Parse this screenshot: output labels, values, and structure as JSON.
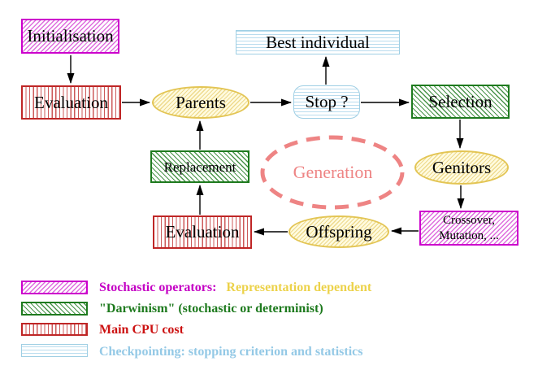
{
  "nodes": {
    "initialisation": {
      "label": "Initialisation"
    },
    "evaluation_top": {
      "label": "Evaluation"
    },
    "parents": {
      "label": "Parents"
    },
    "best_individual": {
      "label": "Best individual"
    },
    "stop": {
      "label": "Stop ?"
    },
    "selection": {
      "label": "Selection"
    },
    "genitors": {
      "label": "Genitors"
    },
    "crossover_mutation": {
      "line1": "Crossover,",
      "line2": "Mutation, ..."
    },
    "offspring": {
      "label": "Offspring"
    },
    "evaluation_bottom": {
      "label": "Evaluation"
    },
    "replacement": {
      "label": "Replacement"
    },
    "generation": {
      "label": "Generation"
    }
  },
  "legend": [
    {
      "text": "Stochastic operators:",
      "text2": "Representation dependent",
      "swatch": "magenta-diagonal-hatch"
    },
    {
      "text": "\"Darwinism\" (stochastic or determinist)",
      "swatch": "green-diagonal-hatch"
    },
    {
      "text": "Main CPU cost",
      "swatch": "red-vertical-stripes"
    },
    {
      "text": "Checkpointing: stopping criterion and statistics",
      "swatch": "cyan-horizontal-stripes"
    }
  ],
  "colors": {
    "magenta": "#cc00cc",
    "gold": "#ecd24a",
    "green": "#1e7a1e",
    "red": "#cc1111",
    "light_blue": "#94c9e6",
    "salmon": "#ee8484",
    "yellow_border": "#e3c554",
    "arrow": "#000000",
    "background": "#ffffff"
  }
}
